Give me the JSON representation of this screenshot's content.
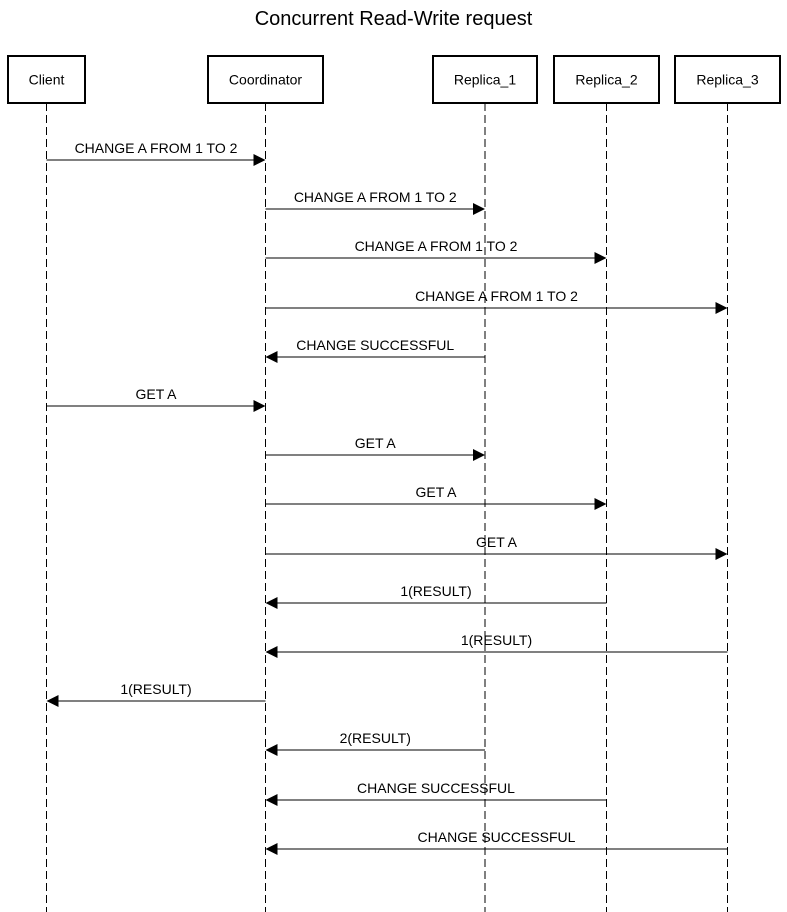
{
  "diagram": {
    "title": "Concurrent Read-Write request",
    "colors": {
      "line": "#000000",
      "box_fill": "#ffffff",
      "background": "#ffffff",
      "text": "#000000"
    },
    "participants": [
      {
        "id": "client",
        "label": "Client"
      },
      {
        "id": "coordinator",
        "label": "Coordinator"
      },
      {
        "id": "replica_1",
        "label": "Replica_1"
      },
      {
        "id": "replica_2",
        "label": "Replica_2"
      },
      {
        "id": "replica_3",
        "label": "Replica_3"
      }
    ],
    "messages": [
      {
        "from": "client",
        "to": "coordinator",
        "label": "CHANGE A FROM 1 TO 2"
      },
      {
        "from": "coordinator",
        "to": "replica_1",
        "label": "CHANGE A FROM 1 TO 2"
      },
      {
        "from": "coordinator",
        "to": "replica_2",
        "label": "CHANGE A FROM 1 TO 2"
      },
      {
        "from": "coordinator",
        "to": "replica_3",
        "label": "CHANGE A FROM 1 TO 2"
      },
      {
        "from": "replica_1",
        "to": "coordinator",
        "label": "CHANGE SUCCESSFUL"
      },
      {
        "from": "client",
        "to": "coordinator",
        "label": "GET A"
      },
      {
        "from": "coordinator",
        "to": "replica_1",
        "label": "GET A"
      },
      {
        "from": "coordinator",
        "to": "replica_2",
        "label": "GET A"
      },
      {
        "from": "coordinator",
        "to": "replica_3",
        "label": "GET A"
      },
      {
        "from": "replica_2",
        "to": "coordinator",
        "label": "1(RESULT)"
      },
      {
        "from": "replica_3",
        "to": "coordinator",
        "label": "1(RESULT)"
      },
      {
        "from": "coordinator",
        "to": "client",
        "label": "1(RESULT)"
      },
      {
        "from": "replica_1",
        "to": "coordinator",
        "label": "2(RESULT)"
      },
      {
        "from": "replica_2",
        "to": "coordinator",
        "label": "CHANGE SUCCESSFUL"
      },
      {
        "from": "replica_3",
        "to": "coordinator",
        "label": "CHANGE SUCCESSFUL"
      }
    ]
  }
}
